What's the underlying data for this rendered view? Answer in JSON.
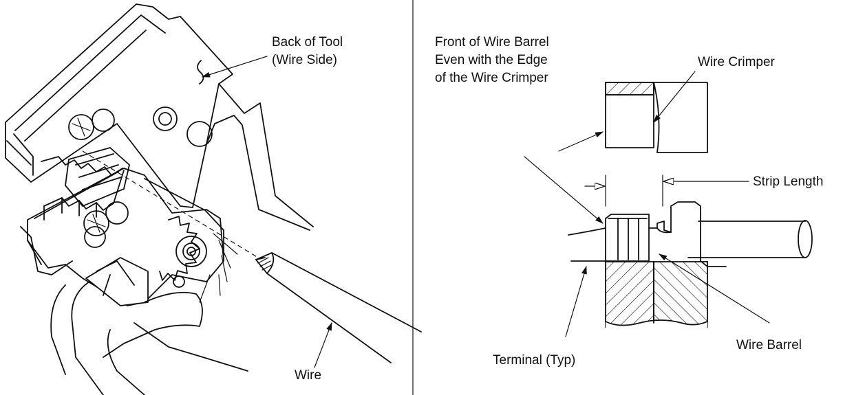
{
  "left_panel": {
    "labels": {
      "back_of_tool_line1": "Back of Tool",
      "back_of_tool_line2": "(Wire Side)",
      "wire": "Wire"
    }
  },
  "right_panel": {
    "labels": {
      "front_line1": "Front of Wire Barrel",
      "front_line2": "Even with the Edge",
      "front_line3": "of the Wire Crimper",
      "wire_crimper": "Wire Crimper",
      "strip_length": "Strip Length",
      "wire_barrel": "Wire Barrel",
      "terminal": "Terminal (Typ)"
    }
  }
}
